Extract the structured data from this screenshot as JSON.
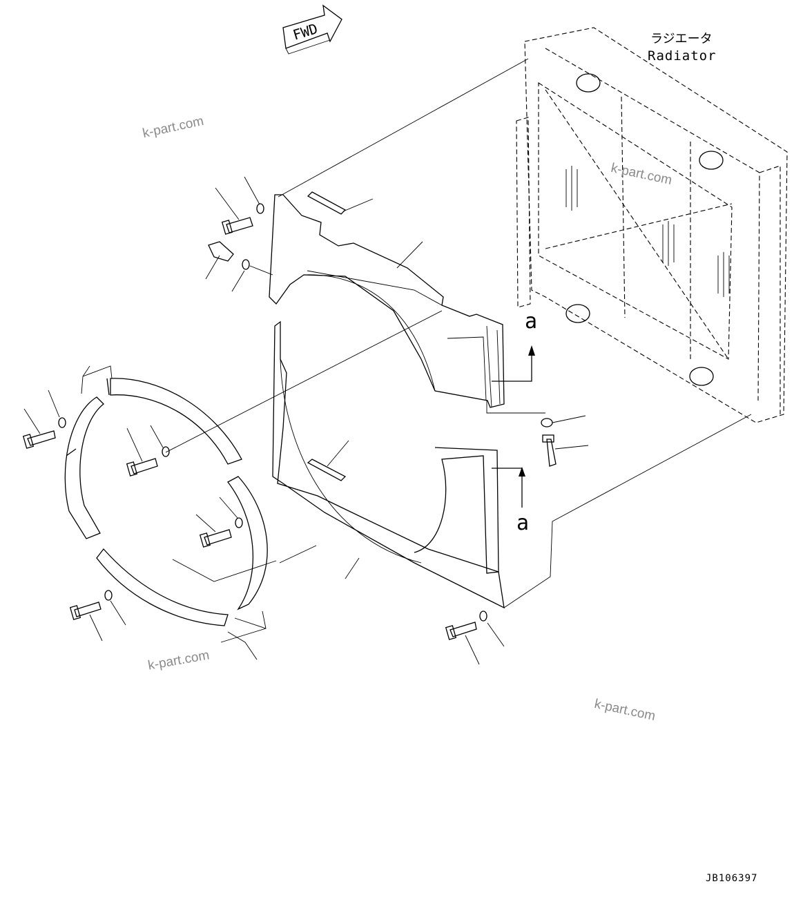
{
  "fwd_label": "FWD",
  "radiator": {
    "jp": "ラジエータ",
    "en": "Radiator"
  },
  "view_arrow_label": "a",
  "drawing_number": "JB106397",
  "watermark": "k-part.com"
}
